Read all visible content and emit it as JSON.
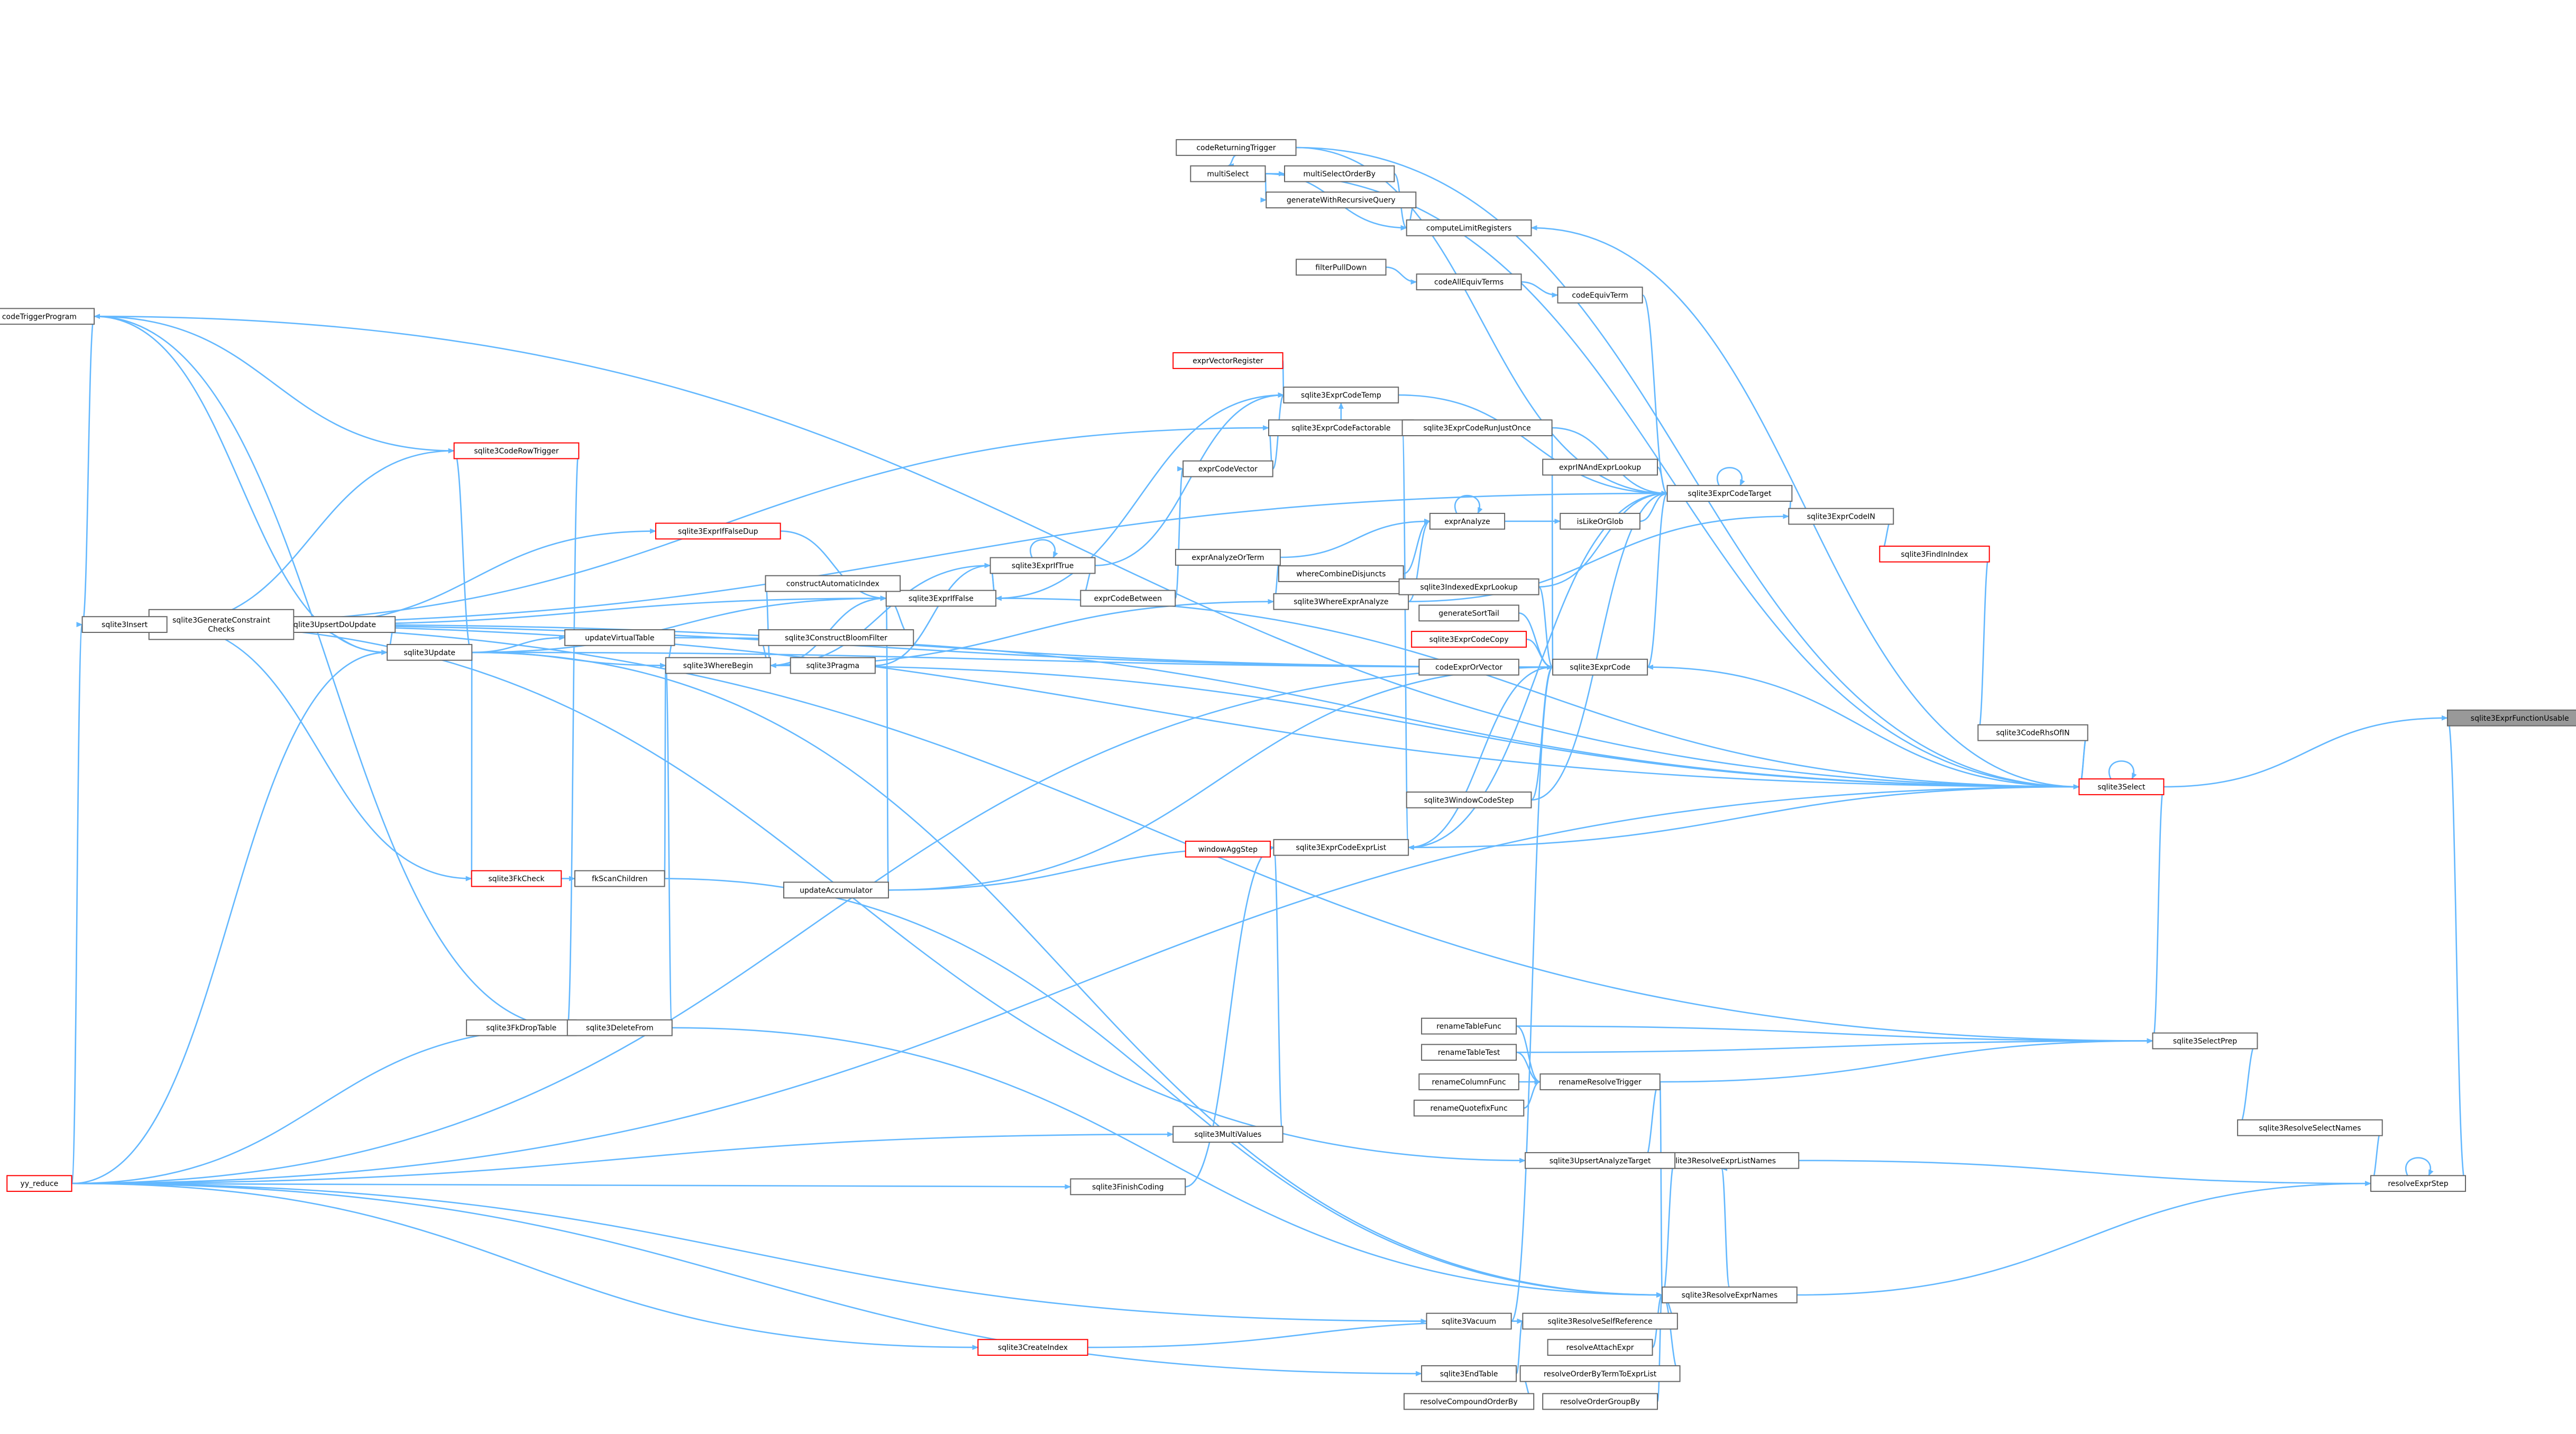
{
  "colors": {
    "edge": "#63b8ff",
    "node_border": "#666666",
    "node_fill": "#ffffff",
    "red_node_border": "#ff0000",
    "focus_node_fill": "#999999",
    "focus_node_border": "#666666",
    "background": "#ffffff"
  },
  "nodes": [
    {
      "id": "sqlite3ExprFunctionUsable",
      "label": "sqlite3ExprFunctionUsable",
      "style": "focus"
    },
    {
      "id": "resolveExprStep",
      "label": "resolveExprStep",
      "style": "normal"
    },
    {
      "id": "sqlite3ResolveSelectNames",
      "label": "sqlite3ResolveSelectNames",
      "style": "normal"
    },
    {
      "id": "sqlite3SelectPrep",
      "label": "sqlite3SelectPrep",
      "style": "normal"
    },
    {
      "id": "sqlite3Select",
      "label": "sqlite3Select",
      "style": "red"
    },
    {
      "id": "sqlite3ResolveExprListNames",
      "label": "sqlite3ResolveExprListNames",
      "style": "normal"
    },
    {
      "id": "sqlite3ResolveExprNames",
      "label": "sqlite3ResolveExprNames",
      "style": "normal"
    },
    {
      "id": "sqlite3ExprCodeIN",
      "label": "sqlite3ExprCodeIN",
      "style": "normal"
    },
    {
      "id": "sqlite3FindInIndex",
      "label": "sqlite3FindInIndex",
      "style": "red"
    },
    {
      "id": "sqlite3CodeRhsOfIN",
      "label": "sqlite3CodeRhsOfIN",
      "style": "normal"
    },
    {
      "id": "sqlite3ExprCodeTarget",
      "label": "sqlite3ExprCodeTarget",
      "style": "normal"
    },
    {
      "id": "sqlite3ExprCode",
      "label": "sqlite3ExprCode",
      "style": "normal"
    },
    {
      "id": "exprINAndExprLookup",
      "label": "exprINAndExprLookup",
      "style": "normal"
    },
    {
      "id": "isLikeOrGlob",
      "label": "isLikeOrGlob",
      "style": "normal"
    },
    {
      "id": "codeEquivTerm",
      "label": "codeEquivTerm",
      "style": "normal"
    },
    {
      "id": "codeAllEquivTerms",
      "label": "codeAllEquivTerms",
      "style": "normal"
    },
    {
      "id": "filterPullDown",
      "label": "filterPullDown",
      "style": "normal"
    },
    {
      "id": "computeLimitRegisters",
      "label": "computeLimitRegisters",
      "style": "normal"
    },
    {
      "id": "codeReturningTrigger",
      "label": "codeReturningTrigger",
      "style": "normal"
    },
    {
      "id": "multiSelect",
      "label": "multiSelect",
      "style": "normal"
    },
    {
      "id": "multiSelectOrderBy",
      "label": "multiSelectOrderBy",
      "style": "normal"
    },
    {
      "id": "generateWithRecursiveQuery",
      "label": "generateWithRecursiveQuery",
      "style": "normal"
    },
    {
      "id": "exprVectorRegister",
      "label": "exprVectorRegister",
      "style": "red"
    },
    {
      "id": "sqlite3ExprCodeTemp",
      "label": "sqlite3ExprCodeTemp",
      "style": "normal"
    },
    {
      "id": "sqlite3ExprCodeFactorable",
      "label": "sqlite3ExprCodeFactorable",
      "style": "normal"
    },
    {
      "id": "sqlite3ExprCodeRunJustOnce",
      "label": "sqlite3ExprCodeRunJustOnce",
      "style": "normal"
    },
    {
      "id": "exprCodeVector",
      "label": "exprCodeVector",
      "style": "normal"
    },
    {
      "id": "exprAnalyze",
      "label": "exprAnalyze",
      "style": "normal"
    },
    {
      "id": "exprAnalyzeOrTerm",
      "label": "exprAnalyzeOrTerm",
      "style": "normal"
    },
    {
      "id": "whereCombineDisjuncts",
      "label": "whereCombineDisjuncts",
      "style": "normal"
    },
    {
      "id": "sqlite3WhereExprAnalyze",
      "label": "sqlite3WhereExprAnalyze",
      "style": "normal"
    },
    {
      "id": "sqlite3IndexedExprLookup",
      "label": "sqlite3IndexedExprLookup",
      "style": "normal"
    },
    {
      "id": "generateSortTail",
      "label": "generateSortTail",
      "style": "normal"
    },
    {
      "id": "sqlite3ExprCodeCopy",
      "label": "sqlite3ExprCodeCopy",
      "style": "red"
    },
    {
      "id": "codeExprOrVector",
      "label": "codeExprOrVector",
      "style": "normal"
    },
    {
      "id": "sqlite3WindowCodeStep",
      "label": "sqlite3WindowCodeStep",
      "style": "normal"
    },
    {
      "id": "windowAggStep",
      "label": "windowAggStep",
      "style": "red"
    },
    {
      "id": "sqlite3ExprCodeExprList",
      "label": "sqlite3ExprCodeExprList",
      "style": "normal"
    },
    {
      "id": "updateAccumulator",
      "label": "updateAccumulator",
      "style": "normal"
    },
    {
      "id": "sqlite3ExprIfTrue",
      "label": "sqlite3ExprIfTrue",
      "style": "normal"
    },
    {
      "id": "sqlite3ExprIfFalse",
      "label": "sqlite3ExprIfFalse",
      "style": "normal"
    },
    {
      "id": "exprCodeBetween",
      "label": "exprCodeBetween",
      "style": "normal"
    },
    {
      "id": "sqlite3ExprIfFalseDup",
      "label": "sqlite3ExprIfFalseDup",
      "style": "red"
    },
    {
      "id": "constructAutomaticIndex",
      "label": "constructAutomaticIndex",
      "style": "normal"
    },
    {
      "id": "sqlite3ConstructBloomFilter",
      "label": "sqlite3ConstructBloomFilter",
      "style": "normal"
    },
    {
      "id": "sqlite3Pragma",
      "label": "sqlite3Pragma",
      "style": "normal"
    },
    {
      "id": "sqlite3WhereBegin",
      "label": "sqlite3WhereBegin",
      "style": "normal"
    },
    {
      "id": "updateVirtualTable",
      "label": "updateVirtualTable",
      "style": "normal"
    },
    {
      "id": "sqlite3Update",
      "label": "sqlite3Update",
      "style": "normal"
    },
    {
      "id": "sqlite3UpsertDoUpdate",
      "label": "sqlite3UpsertDoUpdate",
      "style": "normal"
    },
    {
      "id": "sqlite3GenerateConstraintChecks",
      "label": "sqlite3GenerateConstraint\nChecks",
      "style": "normal"
    },
    {
      "id": "sqlite3Insert",
      "label": "sqlite3Insert",
      "style": "normal"
    },
    {
      "id": "codeTriggerProgram",
      "label": "codeTriggerProgram",
      "style": "normal"
    },
    {
      "id": "sqlite3CodeRowTrigger",
      "label": "sqlite3CodeRowTrigger",
      "style": "red"
    },
    {
      "id": "sqlite3FkCheck",
      "label": "sqlite3FkCheck",
      "style": "red"
    },
    {
      "id": "fkScanChildren",
      "label": "fkScanChildren",
      "style": "normal"
    },
    {
      "id": "sqlite3FkDropTable",
      "label": "sqlite3FkDropTable",
      "style": "normal"
    },
    {
      "id": "sqlite3DeleteFrom",
      "label": "sqlite3DeleteFrom",
      "style": "normal"
    },
    {
      "id": "yy_reduce",
      "label": "yy_reduce",
      "style": "red"
    },
    {
      "id": "sqlite3MultiValues",
      "label": "sqlite3MultiValues",
      "style": "normal"
    },
    {
      "id": "sqlite3FinishCoding",
      "label": "sqlite3FinishCoding",
      "style": "normal"
    },
    {
      "id": "sqlite3Vacuum",
      "label": "sqlite3Vacuum",
      "style": "normal"
    },
    {
      "id": "sqlite3CreateIndex",
      "label": "sqlite3CreateIndex",
      "style": "red"
    },
    {
      "id": "sqlite3EndTable",
      "label": "sqlite3EndTable",
      "style": "normal"
    },
    {
      "id": "resolveCompoundOrderBy",
      "label": "resolveCompoundOrderBy",
      "style": "normal"
    },
    {
      "id": "renameTableFunc",
      "label": "renameTableFunc",
      "style": "normal"
    },
    {
      "id": "renameTableTest",
      "label": "renameTableTest",
      "style": "normal"
    },
    {
      "id": "renameColumnFunc",
      "label": "renameColumnFunc",
      "style": "normal"
    },
    {
      "id": "renameQuotefixFunc",
      "label": "renameQuotefixFunc",
      "style": "normal"
    },
    {
      "id": "renameResolveTrigger",
      "label": "renameResolveTrigger",
      "style": "normal"
    },
    {
      "id": "sqlite3UpsertAnalyzeTarget",
      "label": "sqlite3UpsertAnalyzeTarget",
      "style": "normal"
    },
    {
      "id": "sqlite3ResolveSelfReference",
      "label": "sqlite3ResolveSelfReference",
      "style": "normal"
    },
    {
      "id": "resolveAttachExpr",
      "label": "resolveAttachExpr",
      "style": "normal"
    },
    {
      "id": "resolveOrderByTermToExprList",
      "label": "resolveOrderByTermToExprList",
      "style": "normal"
    },
    {
      "id": "resolveOrderGroupBy",
      "label": "resolveOrderGroupBy",
      "style": "normal"
    }
  ],
  "edges": [
    [
      "resolveExprStep",
      "sqlite3ExprFunctionUsable"
    ],
    [
      "sqlite3Select",
      "sqlite3ExprFunctionUsable"
    ],
    [
      "sqlite3ResolveSelectNames",
      "resolveExprStep"
    ],
    [
      "sqlite3ResolveExprListNames",
      "resolveExprStep"
    ],
    [
      "sqlite3ResolveExprNames",
      "resolveExprStep"
    ],
    [
      "resolveExprStep",
      "resolveExprStep"
    ],
    [
      "sqlite3SelectPrep",
      "sqlite3ResolveSelectNames"
    ],
    [
      "sqlite3Select",
      "sqlite3SelectPrep"
    ],
    [
      "sqlite3Insert",
      "sqlite3SelectPrep"
    ],
    [
      "renameResolveTrigger",
      "sqlite3SelectPrep"
    ],
    [
      "renameTableTest",
      "sqlite3SelectPrep"
    ],
    [
      "renameTableFunc",
      "sqlite3SelectPrep"
    ],
    [
      "sqlite3Select",
      "sqlite3Select"
    ],
    [
      "multiSelect",
      "sqlite3Select"
    ],
    [
      "codeReturningTrigger",
      "sqlite3Select"
    ],
    [
      "sqlite3Insert",
      "sqlite3Select"
    ],
    [
      "yy_reduce",
      "sqlite3Select"
    ],
    [
      "updateVirtualTable",
      "sqlite3Select"
    ],
    [
      "sqlite3CodeRhsOfIN",
      "sqlite3Select"
    ],
    [
      "codeTriggerProgram",
      "sqlite3Select"
    ],
    [
      "sqlite3ResolveExprNames",
      "sqlite3ResolveExprListNames"
    ],
    [
      "renameResolveTrigger",
      "sqlite3ResolveExprListNames"
    ],
    [
      "sqlite3ResolveSelfReference",
      "sqlite3ResolveExprNames"
    ],
    [
      "resolveAttachExpr",
      "sqlite3ResolveExprNames"
    ],
    [
      "resolveOrderByTermToExprList",
      "sqlite3ResolveExprNames"
    ],
    [
      "resolveOrderGroupBy",
      "sqlite3ResolveExprNames"
    ],
    [
      "renameResolveTrigger",
      "sqlite3ResolveExprNames"
    ],
    [
      "sqlite3UpsertAnalyzeTarget",
      "sqlite3ResolveExprNames"
    ],
    [
      "sqlite3Update",
      "sqlite3ResolveExprNames"
    ],
    [
      "sqlite3DeleteFrom",
      "sqlite3ResolveExprNames"
    ],
    [
      "fkScanChildren",
      "sqlite3ResolveExprNames"
    ],
    [
      "sqlite3Vacuum",
      "sqlite3ResolveSelfReference"
    ],
    [
      "sqlite3EndTable",
      "sqlite3ResolveSelfReference"
    ],
    [
      "sqlite3CreateIndex",
      "sqlite3ResolveSelfReference"
    ],
    [
      "resolveCompoundOrderBy",
      "resolveOrderByTermToExprList"
    ],
    [
      "renameColumnFunc",
      "renameResolveTrigger"
    ],
    [
      "renameQuotefixFunc",
      "renameResolveTrigger"
    ],
    [
      "renameTableFunc",
      "renameResolveTrigger"
    ],
    [
      "renameTableTest",
      "renameResolveTrigger"
    ],
    [
      "sqlite3ExprCodeTarget",
      "sqlite3ExprCodeIN"
    ],
    [
      "sqlite3WhereExprAnalyze",
      "sqlite3ExprCodeIN"
    ],
    [
      "sqlite3FindInIndex",
      "sqlite3ExprCodeIN"
    ],
    [
      "sqlite3CodeRhsOfIN",
      "sqlite3FindInIndex"
    ],
    [
      "sqlite3Select",
      "sqlite3CodeRhsOfIN"
    ],
    [
      "sqlite3ExprCode",
      "sqlite3ExprCodeTarget"
    ],
    [
      "sqlite3ExprCodeTemp",
      "sqlite3ExprCodeTarget"
    ],
    [
      "sqlite3ExprCodeTarget",
      "sqlite3ExprCodeTarget"
    ],
    [
      "exprINAndExprLookup",
      "sqlite3ExprCodeTarget"
    ],
    [
      "isLikeOrGlob",
      "sqlite3ExprCodeTarget"
    ],
    [
      "codeEquivTerm",
      "sqlite3ExprCodeTarget"
    ],
    [
      "sqlite3ExprCodeRunJustOnce",
      "sqlite3ExprCodeTarget"
    ],
    [
      "sqlite3IndexedExprLookup",
      "sqlite3ExprCodeTarget"
    ],
    [
      "sqlite3WindowCodeStep",
      "sqlite3ExprCodeTarget"
    ],
    [
      "sqlite3ExprCodeExprList",
      "sqlite3ExprCodeTarget"
    ],
    [
      "sqlite3Insert",
      "sqlite3ExprCodeTarget"
    ],
    [
      "codeReturningTrigger",
      "sqlite3ExprCodeTarget"
    ],
    [
      "sqlite3ExprCodeCopy",
      "sqlite3ExprCode"
    ],
    [
      "codeExprOrVector",
      "sqlite3ExprCode"
    ],
    [
      "generateSortTail",
      "sqlite3ExprCode"
    ],
    [
      "sqlite3IndexedExprLookup",
      "sqlite3ExprCode"
    ],
    [
      "sqlite3ExprCodeRunJustOnce",
      "sqlite3ExprCode"
    ],
    [
      "sqlite3WindowCodeStep",
      "sqlite3ExprCode"
    ],
    [
      "sqlite3ExprCodeExprList",
      "sqlite3ExprCode"
    ],
    [
      "updateAccumulator",
      "sqlite3ExprCode"
    ],
    [
      "sqlite3Update",
      "sqlite3ExprCode"
    ],
    [
      "sqlite3Insert",
      "sqlite3ExprCode"
    ],
    [
      "sqlite3GenerateConstraintChecks",
      "sqlite3ExprCode"
    ],
    [
      "yy_reduce",
      "sqlite3ExprCode"
    ],
    [
      "sqlite3Vacuum",
      "sqlite3ExprCode"
    ],
    [
      "sqlite3Select",
      "sqlite3ExprCode"
    ],
    [
      "exprAnalyze",
      "isLikeOrGlob"
    ],
    [
      "codeAllEquivTerms",
      "codeEquivTerm"
    ],
    [
      "filterPullDown",
      "codeAllEquivTerms"
    ],
    [
      "multiSelect",
      "computeLimitRegisters"
    ],
    [
      "multiSelectOrderBy",
      "computeLimitRegisters"
    ],
    [
      "generateWithRecursiveQuery",
      "computeLimitRegisters"
    ],
    [
      "sqlite3Select",
      "computeLimitRegisters"
    ],
    [
      "codeReturningTrigger",
      "multiSelect"
    ],
    [
      "multiSelect",
      "multiSelectOrderBy"
    ],
    [
      "multiSelect",
      "generateWithRecursiveQuery"
    ],
    [
      "exprVectorRegister",
      "sqlite3ExprCodeTemp"
    ],
    [
      "exprCodeVector",
      "sqlite3ExprCodeTemp"
    ],
    [
      "sqlite3ExprCodeFactorable",
      "sqlite3ExprCodeTemp"
    ],
    [
      "sqlite3ExprIfTrue",
      "sqlite3ExprCodeTemp"
    ],
    [
      "sqlite3ExprIfFalse",
      "sqlite3ExprCodeTemp"
    ],
    [
      "sqlite3ExprCodeFactorable",
      "sqlite3ExprCodeRunJustOnce"
    ],
    [
      "sqlite3ExprCodeExprList",
      "sqlite3ExprCodeRunJustOnce"
    ],
    [
      "exprCodeVector",
      "sqlite3ExprCodeFactorable"
    ],
    [
      "sqlite3Insert",
      "sqlite3ExprCodeFactorable"
    ],
    [
      "exprCodeBetween",
      "exprCodeVector"
    ],
    [
      "exprAnalyze",
      "exprAnalyze"
    ],
    [
      "exprAnalyzeOrTerm",
      "exprAnalyze"
    ],
    [
      "whereCombineDisjuncts",
      "exprAnalyze"
    ],
    [
      "sqlite3WhereExprAnalyze",
      "exprAnalyze"
    ],
    [
      "exprAnalyzeOrTerm",
      "whereCombineDisjuncts"
    ],
    [
      "exprAnalyzeOrTerm",
      "sqlite3WhereExprAnalyze"
    ],
    [
      "sqlite3WhereBegin",
      "sqlite3WhereExprAnalyze"
    ],
    [
      "windowAggStep",
      "sqlite3ExprCodeExprList"
    ],
    [
      "updateAccumulator",
      "sqlite3ExprCodeExprList"
    ],
    [
      "sqlite3MultiValues",
      "sqlite3ExprCodeExprList"
    ],
    [
      "sqlite3FinishCoding",
      "sqlite3ExprCodeExprList"
    ],
    [
      "sqlite3Select",
      "sqlite3ExprCodeExprList"
    ],
    [
      "sqlite3ExprIfTrue",
      "sqlite3ExprIfTrue"
    ],
    [
      "sqlite3ExprIfFalse",
      "sqlite3ExprIfTrue"
    ],
    [
      "exprCodeBetween",
      "sqlite3ExprIfTrue"
    ],
    [
      "sqlite3WhereBegin",
      "sqlite3ExprIfTrue"
    ],
    [
      "sqlite3Pragma",
      "sqlite3ExprIfTrue"
    ],
    [
      "sqlite3ExprIfTrue",
      "sqlite3ExprIfFalse"
    ],
    [
      "sqlite3ExprIfFalseDup",
      "sqlite3ExprIfFalse"
    ],
    [
      "constructAutomaticIndex",
      "sqlite3ExprIfFalse"
    ],
    [
      "sqlite3ConstructBloomFilter",
      "sqlite3ExprIfFalse"
    ],
    [
      "sqlite3WhereBegin",
      "sqlite3ExprIfFalse"
    ],
    [
      "updateAccumulator",
      "sqlite3ExprIfFalse"
    ],
    [
      "sqlite3Update",
      "sqlite3ExprIfFalse"
    ],
    [
      "sqlite3GenerateConstraintChecks",
      "sqlite3ExprIfFalse"
    ],
    [
      "sqlite3Select",
      "sqlite3ExprIfFalse"
    ],
    [
      "sqlite3WhereBegin",
      "sqlite3ConstructBloomFilter"
    ],
    [
      "sqlite3WhereBegin",
      "constructAutomaticIndex"
    ],
    [
      "sqlite3GenerateConstraintChecks",
      "sqlite3ExprIfFalseDup"
    ],
    [
      "updateVirtualTable",
      "sqlite3WhereBegin"
    ],
    [
      "sqlite3Update",
      "sqlite3WhereBegin"
    ],
    [
      "sqlite3DeleteFrom",
      "sqlite3WhereBegin"
    ],
    [
      "fkScanChildren",
      "sqlite3WhereBegin"
    ],
    [
      "sqlite3Select",
      "sqlite3WhereBegin"
    ],
    [
      "sqlite3Update",
      "updateVirtualTable"
    ],
    [
      "sqlite3UpsertDoUpdate",
      "sqlite3Update"
    ],
    [
      "yy_reduce",
      "sqlite3Update"
    ],
    [
      "codeTriggerProgram",
      "sqlite3Update"
    ],
    [
      "sqlite3GenerateConstraintChecks",
      "sqlite3UpsertDoUpdate"
    ],
    [
      "sqlite3Update",
      "sqlite3GenerateConstraintChecks"
    ],
    [
      "sqlite3Insert",
      "sqlite3GenerateConstraintChecks"
    ],
    [
      "yy_reduce",
      "sqlite3Insert"
    ],
    [
      "codeTriggerProgram",
      "sqlite3Insert"
    ],
    [
      "sqlite3CodeRowTrigger",
      "codeTriggerProgram"
    ],
    [
      "sqlite3Update",
      "sqlite3CodeRowTrigger"
    ],
    [
      "sqlite3Insert",
      "sqlite3CodeRowTrigger"
    ],
    [
      "sqlite3DeleteFrom",
      "sqlite3CodeRowTrigger"
    ],
    [
      "sqlite3Update",
      "sqlite3FkCheck"
    ],
    [
      "sqlite3Insert",
      "sqlite3FkCheck"
    ],
    [
      "sqlite3FkCheck",
      "fkScanChildren"
    ],
    [
      "sqlite3FkDropTable",
      "sqlite3DeleteFrom"
    ],
    [
      "yy_reduce",
      "sqlite3DeleteFrom"
    ],
    [
      "codeTriggerProgram",
      "sqlite3DeleteFrom"
    ],
    [
      "yy_reduce",
      "sqlite3MultiValues"
    ],
    [
      "yy_reduce",
      "sqlite3FinishCoding"
    ],
    [
      "yy_reduce",
      "sqlite3Vacuum"
    ],
    [
      "yy_reduce",
      "sqlite3CreateIndex"
    ],
    [
      "yy_reduce",
      "sqlite3EndTable"
    ],
    [
      "sqlite3Insert",
      "sqlite3UpsertAnalyzeTarget"
    ]
  ]
}
